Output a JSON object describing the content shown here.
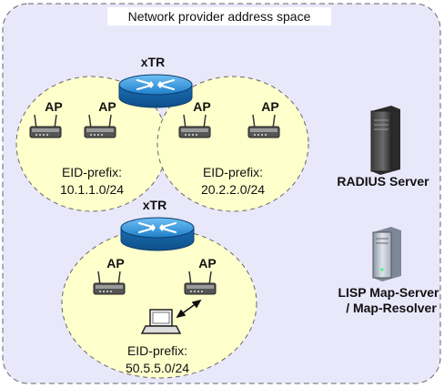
{
  "title": "Network provider address space",
  "routers": [
    {
      "label": "xTR"
    },
    {
      "label": "xTR"
    }
  ],
  "access_point_label": "AP",
  "sites": [
    {
      "prefix_label": "EID-prefix:",
      "prefix": "10.1.1.0/24"
    },
    {
      "prefix_label": "EID-prefix:",
      "prefix": "20.2.2.0/24"
    },
    {
      "prefix_label": "EID-prefix:",
      "prefix": "50.5.5.0/24"
    }
  ],
  "servers": [
    {
      "label": "RADIUS Server"
    },
    {
      "label_line1": "LISP Map-Server",
      "label_line2": "/ Map-Resolver"
    }
  ],
  "colors": {
    "provider_area": "#e8e8fa",
    "provider_border": "#666666",
    "site_fill": "#ffffcc",
    "router_top": "#2f8fd6",
    "router_body": "#1d6fb8"
  },
  "icons": [
    "router-icon",
    "access-point-icon",
    "laptop-icon",
    "server-tower-icon"
  ]
}
